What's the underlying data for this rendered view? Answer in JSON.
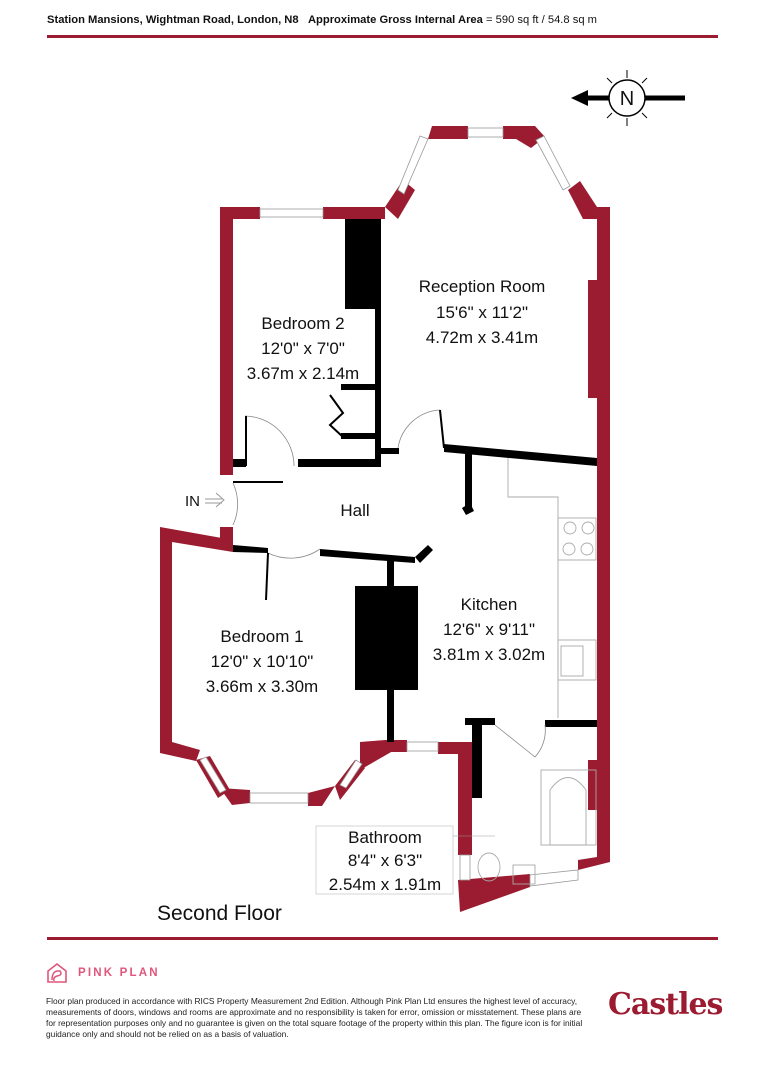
{
  "header": {
    "address": "Station Mansions, Wightman Road, London, N8",
    "area_label": "Approximate Gross Internal Area",
    "area_value": "= 590 sq ft / 54.8 sq m"
  },
  "compass": {
    "label": "N",
    "icon": "north-compass-icon"
  },
  "rooms": {
    "reception": {
      "name": "Reception Room",
      "imperial": "15'6\" x 11'2\"",
      "metric": "4.72m x 3.41m"
    },
    "bedroom2": {
      "name": "Bedroom 2",
      "imperial": "12'0\" x 7'0\"",
      "metric": "3.67m x 2.14m"
    },
    "bedroom1": {
      "name": "Bedroom 1",
      "imperial": "12'0\" x 10'10\"",
      "metric": "3.66m x 3.30m"
    },
    "kitchen": {
      "name": "Kitchen",
      "imperial": "12'6\" x 9'11\"",
      "metric": "3.81m x 3.02m"
    },
    "bathroom": {
      "name": "Bathroom",
      "imperial": "8'4\" x 6'3\"",
      "metric": "2.54m x 1.91m"
    },
    "hall": {
      "name": "Hall"
    }
  },
  "entrance": {
    "label": "IN"
  },
  "floor_label": "Second Floor",
  "footer": {
    "brand": "PINK PLAN",
    "disclaimer": "Floor plan produced in accordance with RICS Property Measurement 2nd Edition. Although Pink Plan Ltd ensures the highest level of accuracy, measurements of doors, windows and rooms are approximate and no responsibility is taken for error, omission or misstatement. These plans are for representation purposes only and no guarantee is given on the total square footage of the property within this plan. The figure icon is for initial guidance only and should not be relied on as a basis of valuation.",
    "agent_logo": "Castles"
  },
  "colors": {
    "external_wall": "#9b1b30",
    "internal_wall": "#000000",
    "brand_pink": "#e0567a",
    "rule": "#9b1b30"
  }
}
